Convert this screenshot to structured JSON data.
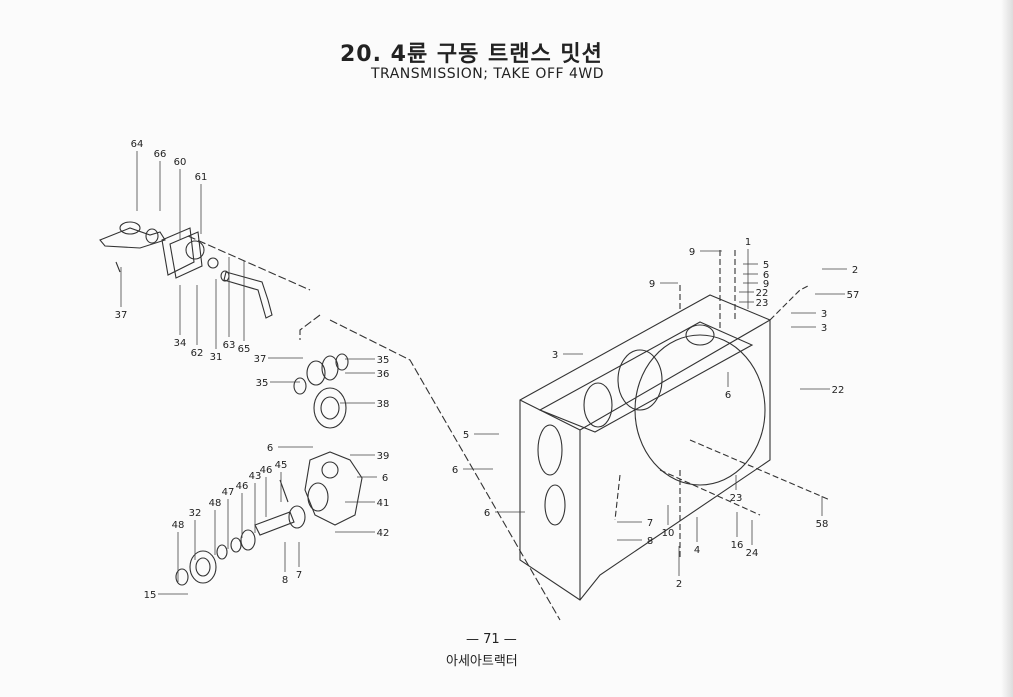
{
  "header": {
    "title_ko": "20. 4륜 구동 트랜스 밋션",
    "title_en": "TRANSMISSION; TAKE OFF 4WD"
  },
  "footer": {
    "page_number": "— 71 —",
    "brand": "아세아트랙터"
  },
  "callouts": [
    "64",
    "66",
    "60",
    "61",
    "37",
    "34",
    "62",
    "31",
    "63",
    "65",
    "37",
    "35",
    "36",
    "35",
    "38",
    "6",
    "39",
    "6",
    "45",
    "46",
    "43",
    "46",
    "47",
    "48",
    "32",
    "48",
    "41",
    "42",
    "8",
    "7",
    "15",
    "9",
    "1",
    "5",
    "6",
    "9",
    "22",
    "23",
    "2",
    "57",
    "3",
    "3",
    "9",
    "3",
    "22",
    "5",
    "6",
    "6",
    "23",
    "58",
    "7",
    "8",
    "10",
    "4",
    "16",
    "24",
    "2",
    "6"
  ]
}
